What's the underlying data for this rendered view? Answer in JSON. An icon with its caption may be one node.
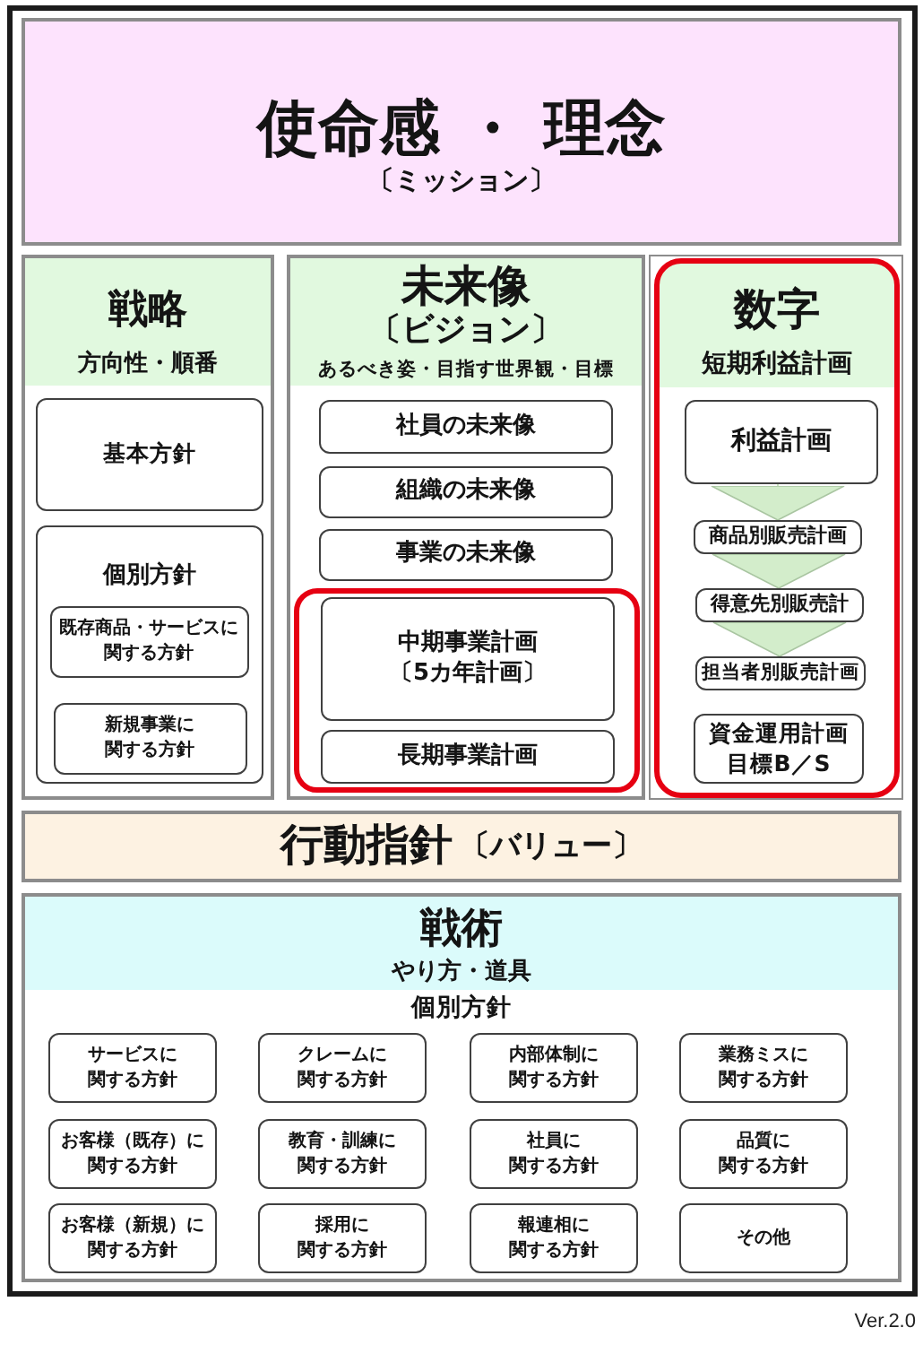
{
  "diagram": {
    "nodes": [
      {
        "text": [
          "使命感 ・ 理念",
          "〔ミッション〕"
        ]
      },
      {
        "text": [
          "戦略",
          "方向性・順番"
        ]
      },
      {
        "text": [
          "基本方針"
        ],
        "in": 1
      },
      {
        "text": [
          "個別方針"
        ],
        "in": 1
      },
      {
        "text": [
          "既存商品・サービスに関する方針"
        ],
        "in": 3
      },
      {
        "text": [
          "新規事業に関する方針"
        ],
        "in": 3
      },
      {
        "text": [
          "未来像",
          "〔ビジョン〕",
          "あるべき姿・目指す世界観・目標"
        ]
      },
      {
        "text": [
          "社員の未来像"
        ],
        "in": 6
      },
      {
        "text": [
          "組織の未来像"
        ],
        "in": 6
      },
      {
        "text": [
          "事業の未来像"
        ],
        "in": 6
      },
      {
        "text": [],
        "shape": "box",
        "in": 6
      },
      {
        "text": [
          "中期事業計画",
          "〔5カ年計画〕"
        ],
        "in": 10
      },
      {
        "text": [
          "長期事業計画"
        ],
        "in": 10
      },
      {
        "text": [
          "数字",
          "短期利益計画"
        ]
      },
      {
        "text": [
          "利益計画"
        ],
        "in": 13
      },
      {
        "text": [
          "商品別販売計画"
        ],
        "in": 13
      },
      {
        "text": [
          "得意先別販売計"
        ],
        "in": 13
      },
      {
        "text": [
          "担当者別販売計画"
        ],
        "in": 13
      },
      {
        "text": [
          "資金運用計画",
          "目標B／S"
        ],
        "in": 13
      },
      {
        "text": [
          "行動指針",
          "〔バリュー〕"
        ]
      },
      {
        "text": [
          "戦術",
          "やり方・道具",
          "個別方針"
        ]
      },
      {
        "text": [
          "サービスに関する方針"
        ],
        "in": 20
      },
      {
        "text": [
          "クレームに関する方針"
        ],
        "in": 20
      },
      {
        "text": [
          "内部体制に関する方針"
        ],
        "in": 20
      },
      {
        "text": [
          "業務ミスに関する方針"
        ],
        "in": 20
      },
      {
        "text": [
          "お客様（既存）に関する方針"
        ],
        "in": 20
      },
      {
        "text": [
          "教育・訓練に関する方針"
        ],
        "in": 20
      },
      {
        "text": [
          "社員に関する方針"
        ],
        "in": 20
      },
      {
        "text": [
          "品質に関する方針"
        ],
        "in": 20
      },
      {
        "text": [
          "お客様（新規）に関する方針"
        ],
        "in": 20
      },
      {
        "text": [
          "採用に関する方針"
        ],
        "in": 20
      },
      {
        "text": [
          "報連相に関する方針"
        ],
        "in": 20
      },
      {
        "text": [
          "その他"
        ],
        "in": 20
      }
    ],
    "edges": [
      {
        "from": 14,
        "to": 15,
        "arrow": "to"
      },
      {
        "from": 15,
        "to": 16,
        "arrow": "to"
      },
      {
        "from": 16,
        "to": 17,
        "arrow": "to"
      }
    ],
    "labels": [
      "Ver.2.0"
    ]
  }
}
